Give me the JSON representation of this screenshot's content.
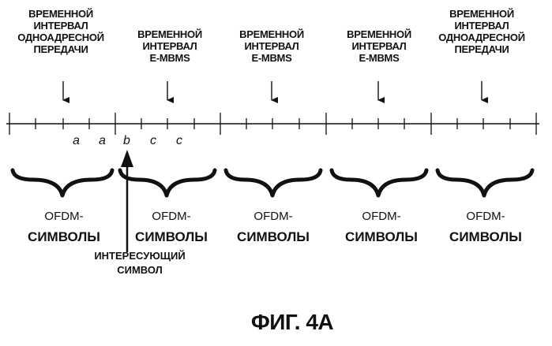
{
  "slots": [
    {
      "label": "ВРЕМЕННОЙ\nИНТЕРВАЛ\nОДНОАДРЕСНОЙ\nПЕРЕДАЧИ"
    },
    {
      "label": "ВРЕМЕННОЙ\nИНТЕРВАЛ\nE-MBMS"
    },
    {
      "label": "ВРЕМЕННОЙ\nИНТЕРВАЛ\nE-MBMS"
    },
    {
      "label": "ВРЕМЕННОЙ\nИНТЕРВАЛ\nE-MBMS"
    },
    {
      "label": "ВРЕМЕННОЙ\nИНТЕРВАЛ\nОДНОАДРЕСНОЙ\nПЕРЕДАЧИ"
    }
  ],
  "ofdm": [
    {
      "line1": "OFDM-",
      "line2": "СИМВОЛЫ"
    },
    {
      "line1": "OFDM-",
      "line2": "СИМВОЛЫ"
    },
    {
      "line1": "OFDM-",
      "line2": "СИМВОЛЫ"
    },
    {
      "line1": "OFDM-",
      "line2": "СИМВОЛЫ"
    },
    {
      "line1": "OFDM-",
      "line2": "СИМВОЛЫ"
    }
  ],
  "symbols": [
    "a",
    "a",
    "b",
    "c",
    "c"
  ],
  "interest_label": "ИНТЕРЕСУЮЩИЙ\nСИМВОЛ",
  "figure_caption": "ФИГ. 4А"
}
